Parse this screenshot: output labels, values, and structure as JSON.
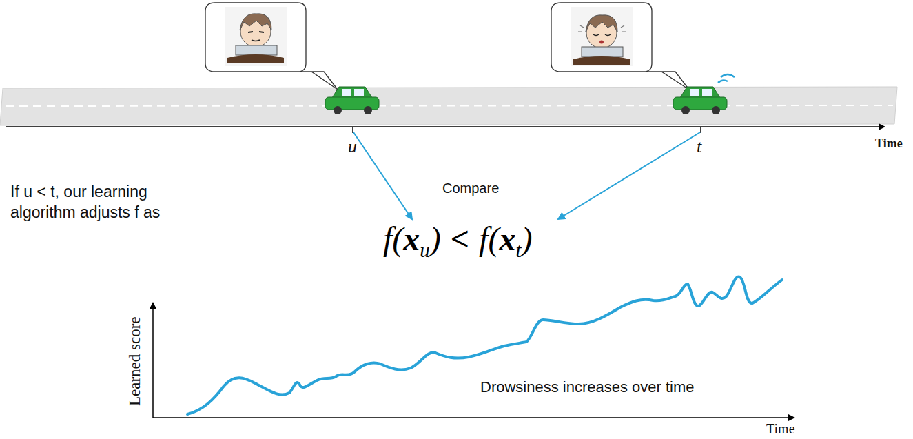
{
  "diagram": {
    "labels": [
      "u",
      "t",
      "Time",
      "If u < t, our learning algorithm adjusts f as",
      "Compare",
      "f(",
      "x",
      "u",
      ")",
      "<",
      "f(",
      "x",
      "t",
      ")",
      "Learned score",
      "Drowsiness increases over time",
      "Time"
    ]
  }
}
